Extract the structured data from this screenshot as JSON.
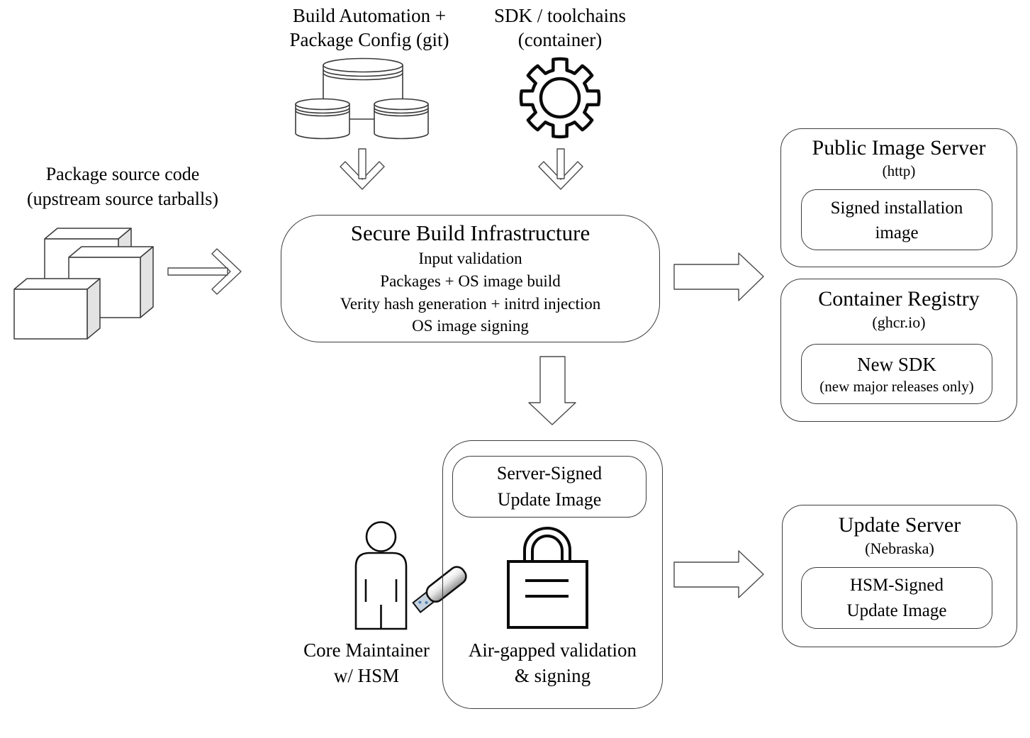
{
  "colors": {
    "background": "#ffffff",
    "box_border": "#3d3d3d",
    "arrow_stroke": "#4a4a4a",
    "thin_icon_stroke": "#3a3a3a",
    "heavy_icon_stroke": "#0a0a0a",
    "package_side_fill": "#e3e3e3",
    "usb_connector_fill": "#c6d2de",
    "usb_dot_fill": "#4d7fb3"
  },
  "icons": {
    "build_automation": "database-cluster-icon",
    "sdk_toolchains": "gear-icon",
    "package_source": "package-boxes-icon",
    "core_maintainer": "person-icon",
    "hsm_key": "usb-drive-icon",
    "air_gapped_signing": "padlock-icon"
  },
  "nodes": {
    "build_automation": {
      "lines": [
        "Build Automation +",
        "Package Config (git)"
      ]
    },
    "sdk_toolchains": {
      "lines": [
        "SDK / toolchains",
        "(container)"
      ]
    },
    "package_source": {
      "lines": [
        "Package source code",
        "(upstream source tarballs)"
      ]
    },
    "secure_build": {
      "title": "Secure Build Infrastructure",
      "items": [
        "Input validation",
        "Packages + OS image build",
        "Verity hash generation + initrd injection",
        "OS image signing"
      ]
    },
    "public_image_server": {
      "title": "Public Image Server",
      "subtitle": "(http)",
      "artifact": {
        "lines": [
          "Signed installation",
          "image"
        ]
      }
    },
    "container_registry": {
      "title": "Container Registry",
      "subtitle": "(ghcr.io)",
      "artifact": {
        "lines": [
          "New SDK",
          "(new major releases only)"
        ]
      }
    },
    "air_gapped_signing": {
      "artifact": {
        "lines": [
          "Server-Signed",
          "Update Image"
        ]
      },
      "caption": {
        "lines": [
          "Air-gapped validation",
          "& signing"
        ]
      }
    },
    "core_maintainer": {
      "lines": [
        "Core Maintainer",
        "w/ HSM"
      ]
    },
    "update_server": {
      "title": "Update Server",
      "subtitle": "(Nebraska)",
      "artifact": {
        "lines": [
          "HSM-Signed",
          "Update Image"
        ]
      }
    }
  },
  "flows": [
    {
      "from": "build_automation",
      "to": "secure_build",
      "style": "thin-down-arrow"
    },
    {
      "from": "sdk_toolchains",
      "to": "secure_build",
      "style": "thin-down-arrow"
    },
    {
      "from": "package_source",
      "to": "secure_build",
      "style": "thin-right-arrow"
    },
    {
      "from": "secure_build",
      "to": "public_image_server_and_container_registry",
      "style": "block-right-arrow"
    },
    {
      "from": "secure_build",
      "to": "air_gapped_signing",
      "style": "block-down-arrow"
    },
    {
      "from": "air_gapped_signing",
      "to": "update_server",
      "style": "block-right-arrow"
    }
  ]
}
